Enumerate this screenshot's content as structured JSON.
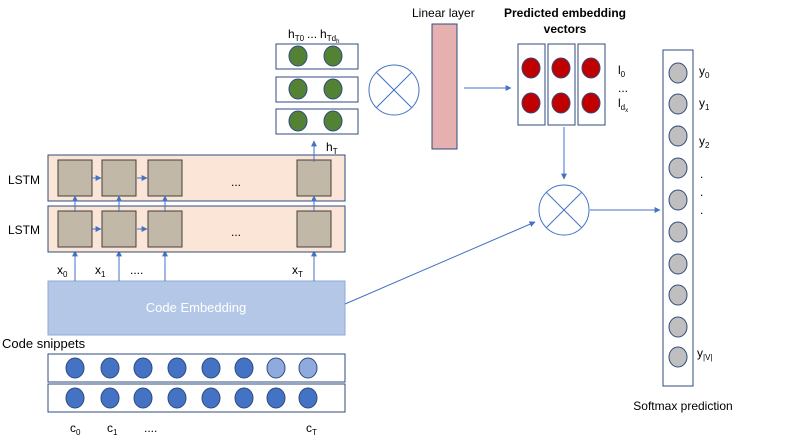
{
  "labels": {
    "h_row": "h",
    "h_sub_0": "T0",
    "h_dots": "...",
    "h_sub_last": "Td",
    "h_sub_last_sub": "h",
    "linear_layer": "Linear layer",
    "predicted_line1": "Predicted embedding",
    "predicted_line2": "vectors",
    "l0_base": "l",
    "l0_sub": "0",
    "l_dots": "...",
    "ldx_base": "l",
    "ldx_sub": "d",
    "ldx_subsub": "x",
    "lstm_top": "LSTM",
    "lstm_bottom": "LSTM",
    "lstm_dots_top": "...",
    "lstm_dots_bottom": "...",
    "hT_base": "h",
    "hT_sub": "T",
    "x0_base": "x",
    "x0_sub": "0",
    "x1_base": "x",
    "x1_sub": "1",
    "x_dots": "....",
    "xT_base": "x",
    "xT_sub": "T",
    "code_embedding": "Code Embedding",
    "code_snippets": "Code snippets",
    "c0_base": "c",
    "c0_sub": "0",
    "c1_base": "c",
    "c1_sub": "1",
    "c_dots": "....",
    "cT_base": "c",
    "cT_sub": "T",
    "y0_base": "y",
    "y0_sub": "0",
    "y1_base": "y",
    "y1_sub": "1",
    "y2_base": "y",
    "y2_sub": "2",
    "y_dot1": ".",
    "y_dot2": ".",
    "y_dot3": ".",
    "yV_base": "y",
    "yV_sub": "|V|",
    "softmax": "Softmax prediction"
  },
  "colors": {
    "lstm_band": "#fbe5d6",
    "lstm_cell": "#c1b8a8",
    "embedding": "#b4c7e7",
    "blue_node": "#4472c4",
    "blue_node_light": "#8faadc",
    "green_node": "#548235",
    "red_node": "#c00000",
    "grey_node": "#bfbfbf",
    "linear_layer": "#e6b0b0",
    "arrow": "#4472c4",
    "box_border": "#2f4b7c"
  }
}
